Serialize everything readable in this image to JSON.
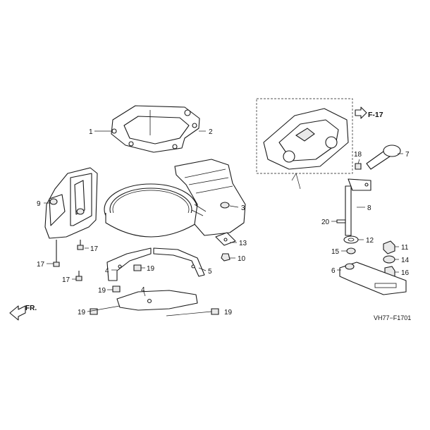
{
  "diagram": {
    "callouts": {
      "c1": "1",
      "c2": "2",
      "c3": "3",
      "c4a": "4",
      "c4b": "4",
      "c5": "5",
      "c6": "6",
      "c7": "7",
      "c8": "8",
      "c9": "9",
      "c10": "10",
      "c11": "11",
      "c12": "12",
      "c13": "13",
      "c14": "14",
      "c15": "15",
      "c16": "16",
      "c17a": "17",
      "c17b": "17",
      "c17c": "17",
      "c18": "18",
      "c19a": "19",
      "c19b": "19",
      "c19c": "19",
      "c19d": "19",
      "c20": "20"
    },
    "ref_label": "F-17",
    "front_label": "FR.",
    "figure_code": "VH77−F1701"
  }
}
